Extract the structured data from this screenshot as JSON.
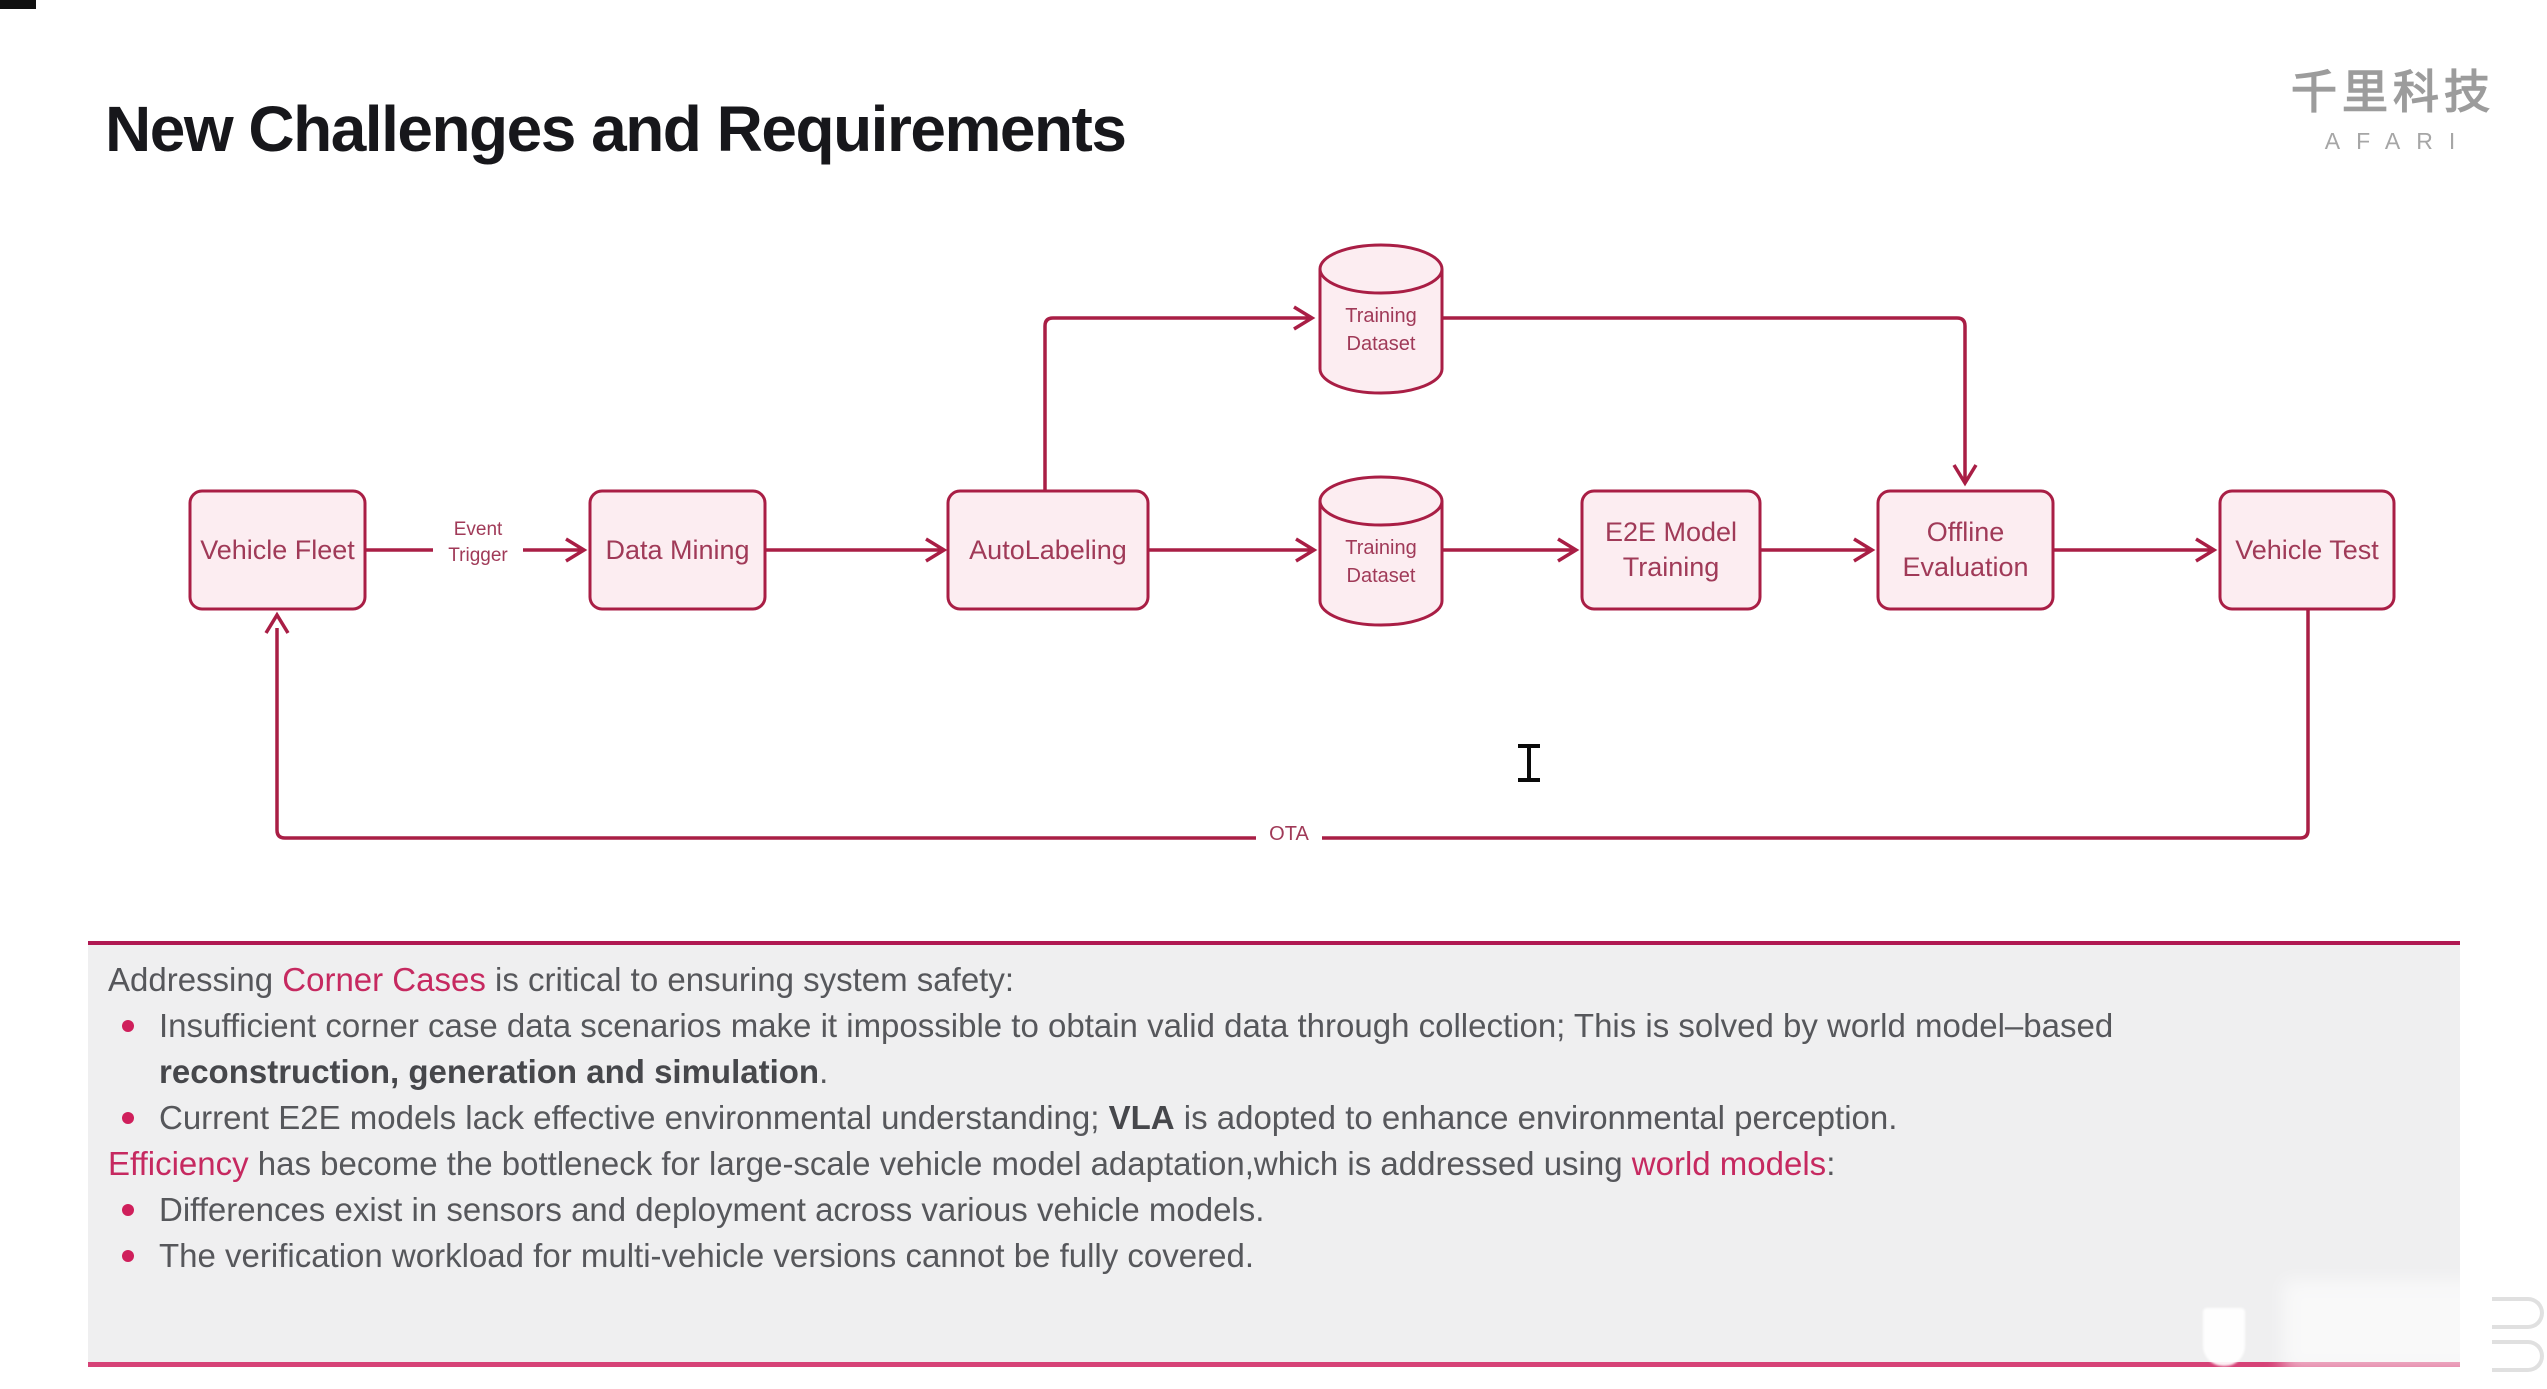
{
  "header": {
    "title": "New Challenges and Requirements",
    "logo_cn": "千里科技",
    "logo_en": "AFARI"
  },
  "flowchart": {
    "nodes": [
      {
        "id": "vehicle-fleet",
        "label": "Vehicle Fleet",
        "type": "box"
      },
      {
        "id": "data-mining",
        "label": "Data Mining",
        "type": "box"
      },
      {
        "id": "autolabeling",
        "label": "AutoLabeling",
        "type": "box"
      },
      {
        "id": "training-dataset-top",
        "label": "Training Dataset",
        "type": "datastore"
      },
      {
        "id": "training-dataset",
        "label": "Training Dataset",
        "type": "datastore"
      },
      {
        "id": "e2e-model-training",
        "label": "E2E Model Training",
        "type": "box"
      },
      {
        "id": "offline-evaluation",
        "label": "Offline Evaluation",
        "type": "box"
      },
      {
        "id": "vehicle-test",
        "label": "Vehicle Test",
        "type": "box"
      }
    ],
    "edge_labels": {
      "event_trigger_line1": "Event",
      "event_trigger_line2": "Trigger",
      "ota": "OTA"
    },
    "colors": {
      "node_border": "#a91e45",
      "node_fill": "#fcedf1",
      "node_text": "#a03a58",
      "connector": "#a91e45"
    }
  },
  "panel": {
    "heading1": {
      "pre": "Addressing ",
      "accent": "Corner Cases",
      "post": " is critical to ensuring system safety:"
    },
    "bullet1": {
      "pre": "Insufficient corner case data scenarios make it impossible to obtain valid data through collection; This is solved by world model–based",
      "bold": "reconstruction, generation and simulation",
      "post": "."
    },
    "bullet2": {
      "pre": "Current E2E models lack effective environmental understanding; ",
      "bold": "VLA",
      "post": " is adopted to enhance environmental perception."
    },
    "heading2": {
      "accent1": "Efficiency",
      "mid": " has become the bottleneck for large-scale vehicle model adaptation,which is addressed using ",
      "accent2": "world models",
      "post": ":"
    },
    "bullet3": "Differences exist in sensors and deployment across various vehicle models.",
    "bullet4": "The verification workload for multi-vehicle versions cannot be fully covered.",
    "colors": {
      "accent": "#c62960",
      "body_text": "#56575b",
      "background": "#efeff0",
      "top_border": "#b01852",
      "bottom_border": "#d64277"
    }
  }
}
